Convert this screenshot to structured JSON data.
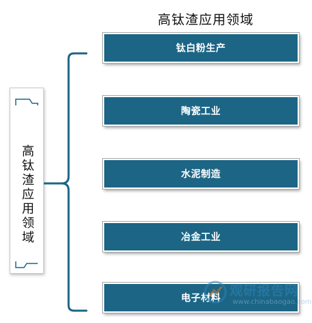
{
  "title": "高钛渣应用领域",
  "left_label": "高钛渣应用领域",
  "items": [
    {
      "label": "钛白粉生产"
    },
    {
      "label": "陶瓷工业"
    },
    {
      "label": "水泥制造"
    },
    {
      "label": "冶金工业"
    },
    {
      "label": "电子材料"
    }
  ],
  "watermark": {
    "name": "观研报告网",
    "url": "www.chinabaogao.com"
  },
  "colors": {
    "box_fill": "#1c6585",
    "bracket": "#1c6585",
    "watermark": "#2b85b8"
  }
}
